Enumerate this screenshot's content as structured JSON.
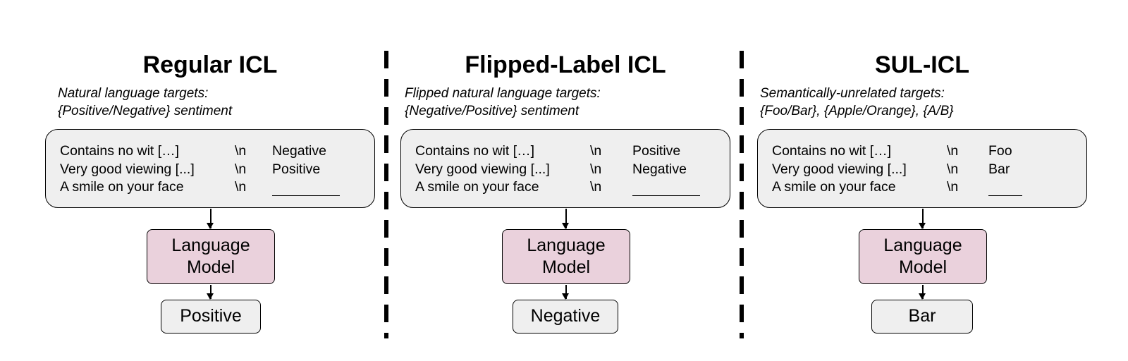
{
  "panels": [
    {
      "title": "Regular ICL",
      "subtitle_lines": [
        "Natural language targets:",
        "{Positive/Negative} sentiment"
      ],
      "examples": [
        {
          "input": "Contains no wit […]",
          "sep": "\\n",
          "label": "Negative"
        },
        {
          "input": "Very good viewing [...]",
          "sep": "\\n",
          "label": "Positive"
        },
        {
          "input": "A smile on your face",
          "sep": "\\n",
          "label": ""
        }
      ],
      "model_lines": [
        "Language",
        "Model"
      ],
      "output": "Positive"
    },
    {
      "title": "Flipped-Label ICL",
      "subtitle_lines": [
        "Flipped natural language targets:",
        "{Negative/Positive} sentiment"
      ],
      "examples": [
        {
          "input": "Contains no wit […]",
          "sep": "\\n",
          "label": "Positive"
        },
        {
          "input": "Very good viewing [...]",
          "sep": "\\n",
          "label": "Negative"
        },
        {
          "input": "A smile on your face",
          "sep": "\\n",
          "label": ""
        }
      ],
      "model_lines": [
        "Language",
        "Model"
      ],
      "output": "Negative"
    },
    {
      "title": "SUL-ICL",
      "subtitle_lines": [
        "Semantically-unrelated targets:",
        "{Foo/Bar}, {Apple/Orange}, {A/B}"
      ],
      "examples": [
        {
          "input": "Contains no wit […]",
          "sep": "\\n",
          "label": "Foo"
        },
        {
          "input": "Very good viewing [...]",
          "sep": "\\n",
          "label": "Bar"
        },
        {
          "input": "A smile on your face",
          "sep": "\\n",
          "label": ""
        }
      ],
      "model_lines": [
        "Language",
        "Model"
      ],
      "output": "Bar"
    }
  ],
  "colors": {
    "prompt_box_fill": "#efefef",
    "model_box_fill": "#ead1dc",
    "output_box_fill": "#efefef",
    "stroke": "#000000"
  }
}
